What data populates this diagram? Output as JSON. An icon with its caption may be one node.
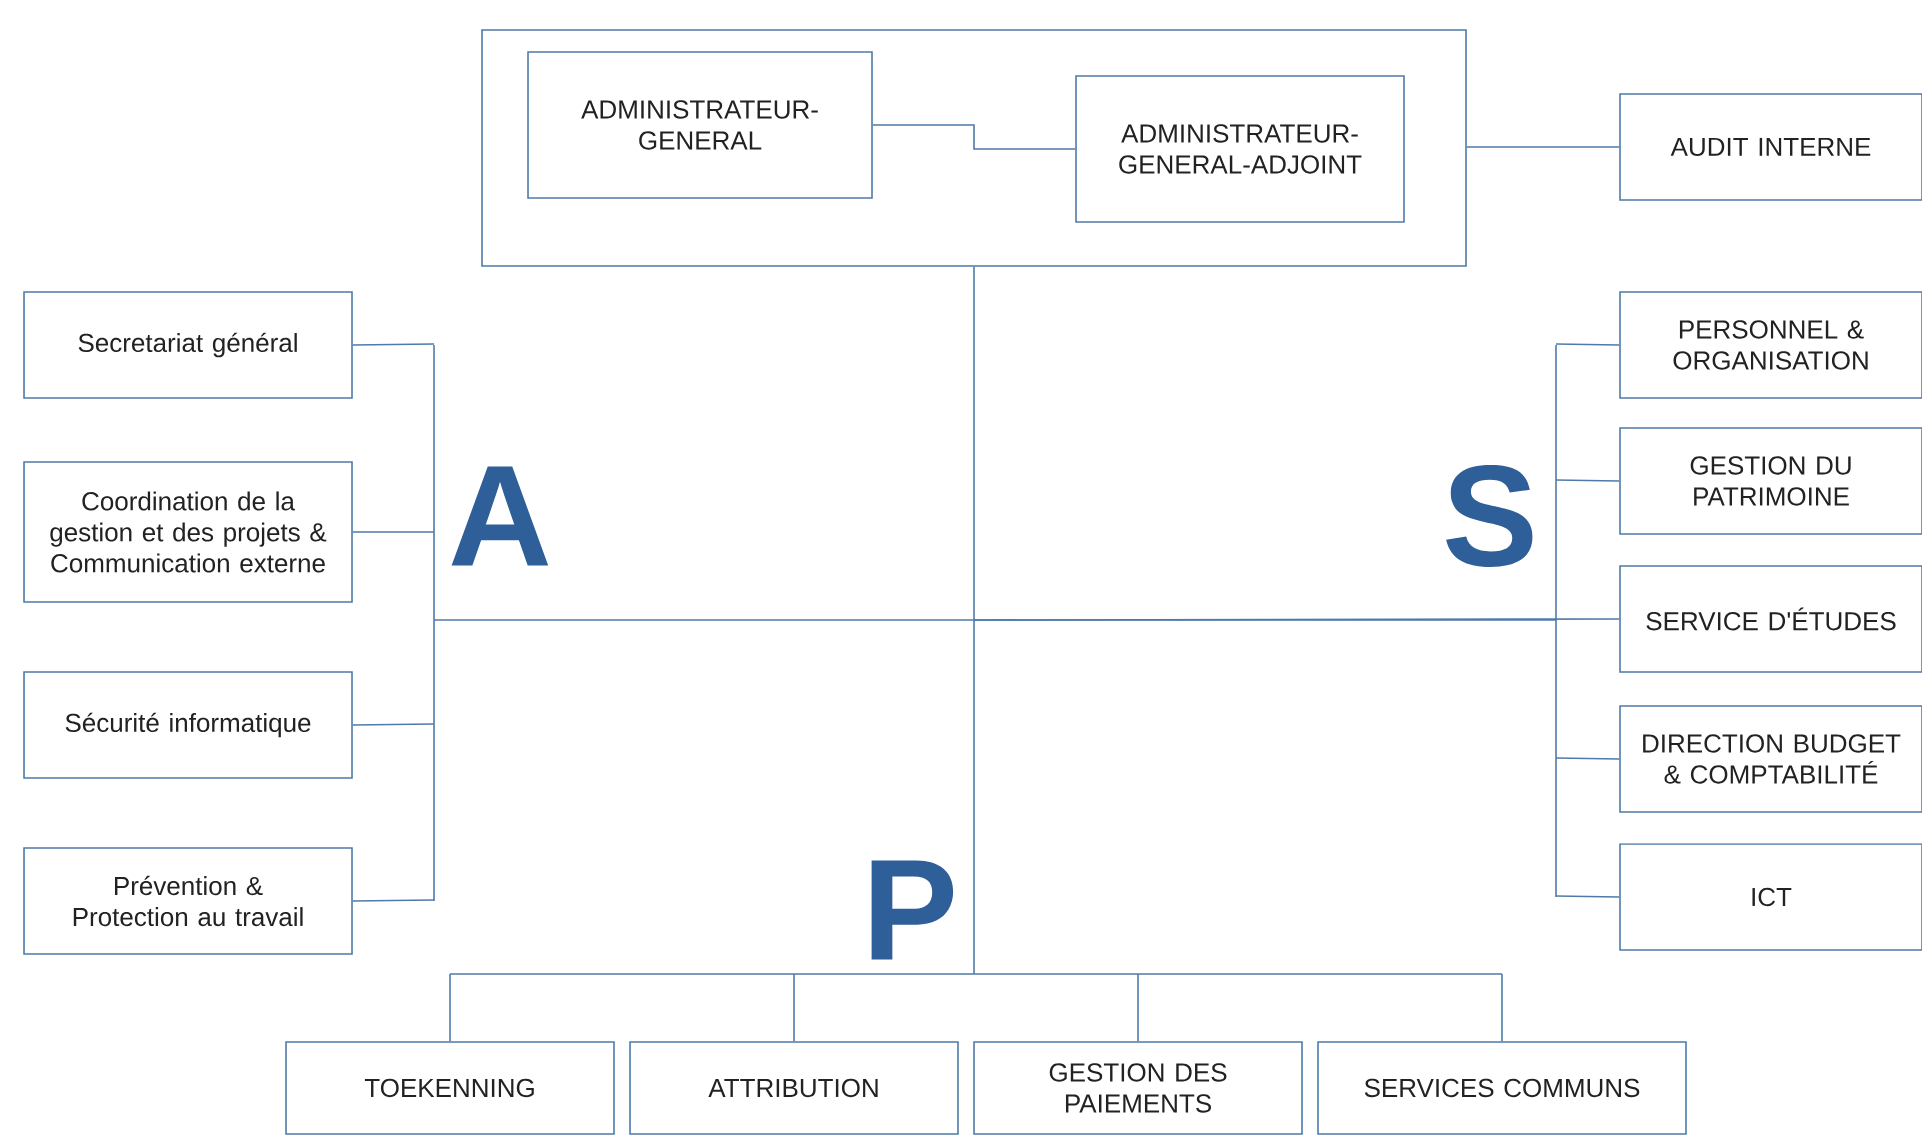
{
  "diagram": {
    "nodes": [
      {
        "text": [],
        "shape": "box"
      },
      {
        "text": [
          "ADMINISTRATEUR-GENERAL"
        ],
        "in": 0
      },
      {
        "text": [
          "ADMINISTRATEUR-GENERAL-ADJOINT"
        ],
        "in": 0
      },
      {
        "text": [
          "AUDIT INTERNE"
        ]
      },
      {
        "text": [
          "Secretariat général"
        ]
      },
      {
        "text": [
          "Coordination de la gestion et des projets & Communication externe"
        ]
      },
      {
        "text": [
          "Sécurité informatique"
        ]
      },
      {
        "text": [
          "Prévention & Protection au travail"
        ]
      },
      {
        "text": [
          "PERSONNEL & ORGANISATION"
        ]
      },
      {
        "text": [
          "GESTION DU PATRIMOINE"
        ]
      },
      {
        "text": [
          "SERVICE D'ÉTUDES"
        ]
      },
      {
        "text": [
          "DIRECTION BUDGET & COMPTABILITÉ"
        ]
      },
      {
        "text": [
          "ICT"
        ]
      },
      {
        "text": [
          "TOEKENNING"
        ]
      },
      {
        "text": [
          "ATTRIBUTION"
        ]
      },
      {
        "text": [
          "GESTION DES PAIEMENTS"
        ]
      },
      {
        "text": [
          "SERVICES COMMUNS"
        ]
      }
    ],
    "edges": [
      {
        "from": 1,
        "to": 2,
        "arrow": "none"
      },
      {
        "from": 0,
        "to": 3,
        "arrow": "none"
      },
      {
        "from": 0,
        "to": 4,
        "arrow": "none"
      },
      {
        "from": 0,
        "to": 5,
        "arrow": "none"
      },
      {
        "from": 0,
        "to": 6,
        "arrow": "none"
      },
      {
        "from": 0,
        "to": 7,
        "arrow": "none"
      },
      {
        "from": 0,
        "to": 8,
        "arrow": "none"
      },
      {
        "from": 0,
        "to": 9,
        "arrow": "none"
      },
      {
        "from": 0,
        "to": 10,
        "arrow": "none"
      },
      {
        "from": 0,
        "to": 11,
        "arrow": "none"
      },
      {
        "from": 0,
        "to": 12,
        "arrow": "none"
      },
      {
        "from": 0,
        "to": 13,
        "arrow": "none"
      },
      {
        "from": 0,
        "to": 14,
        "arrow": "none"
      },
      {
        "from": 0,
        "to": 15,
        "arrow": "none"
      },
      {
        "from": 0,
        "to": 16,
        "arrow": "none"
      }
    ],
    "labels": [
      "A",
      "S",
      "P"
    ]
  }
}
